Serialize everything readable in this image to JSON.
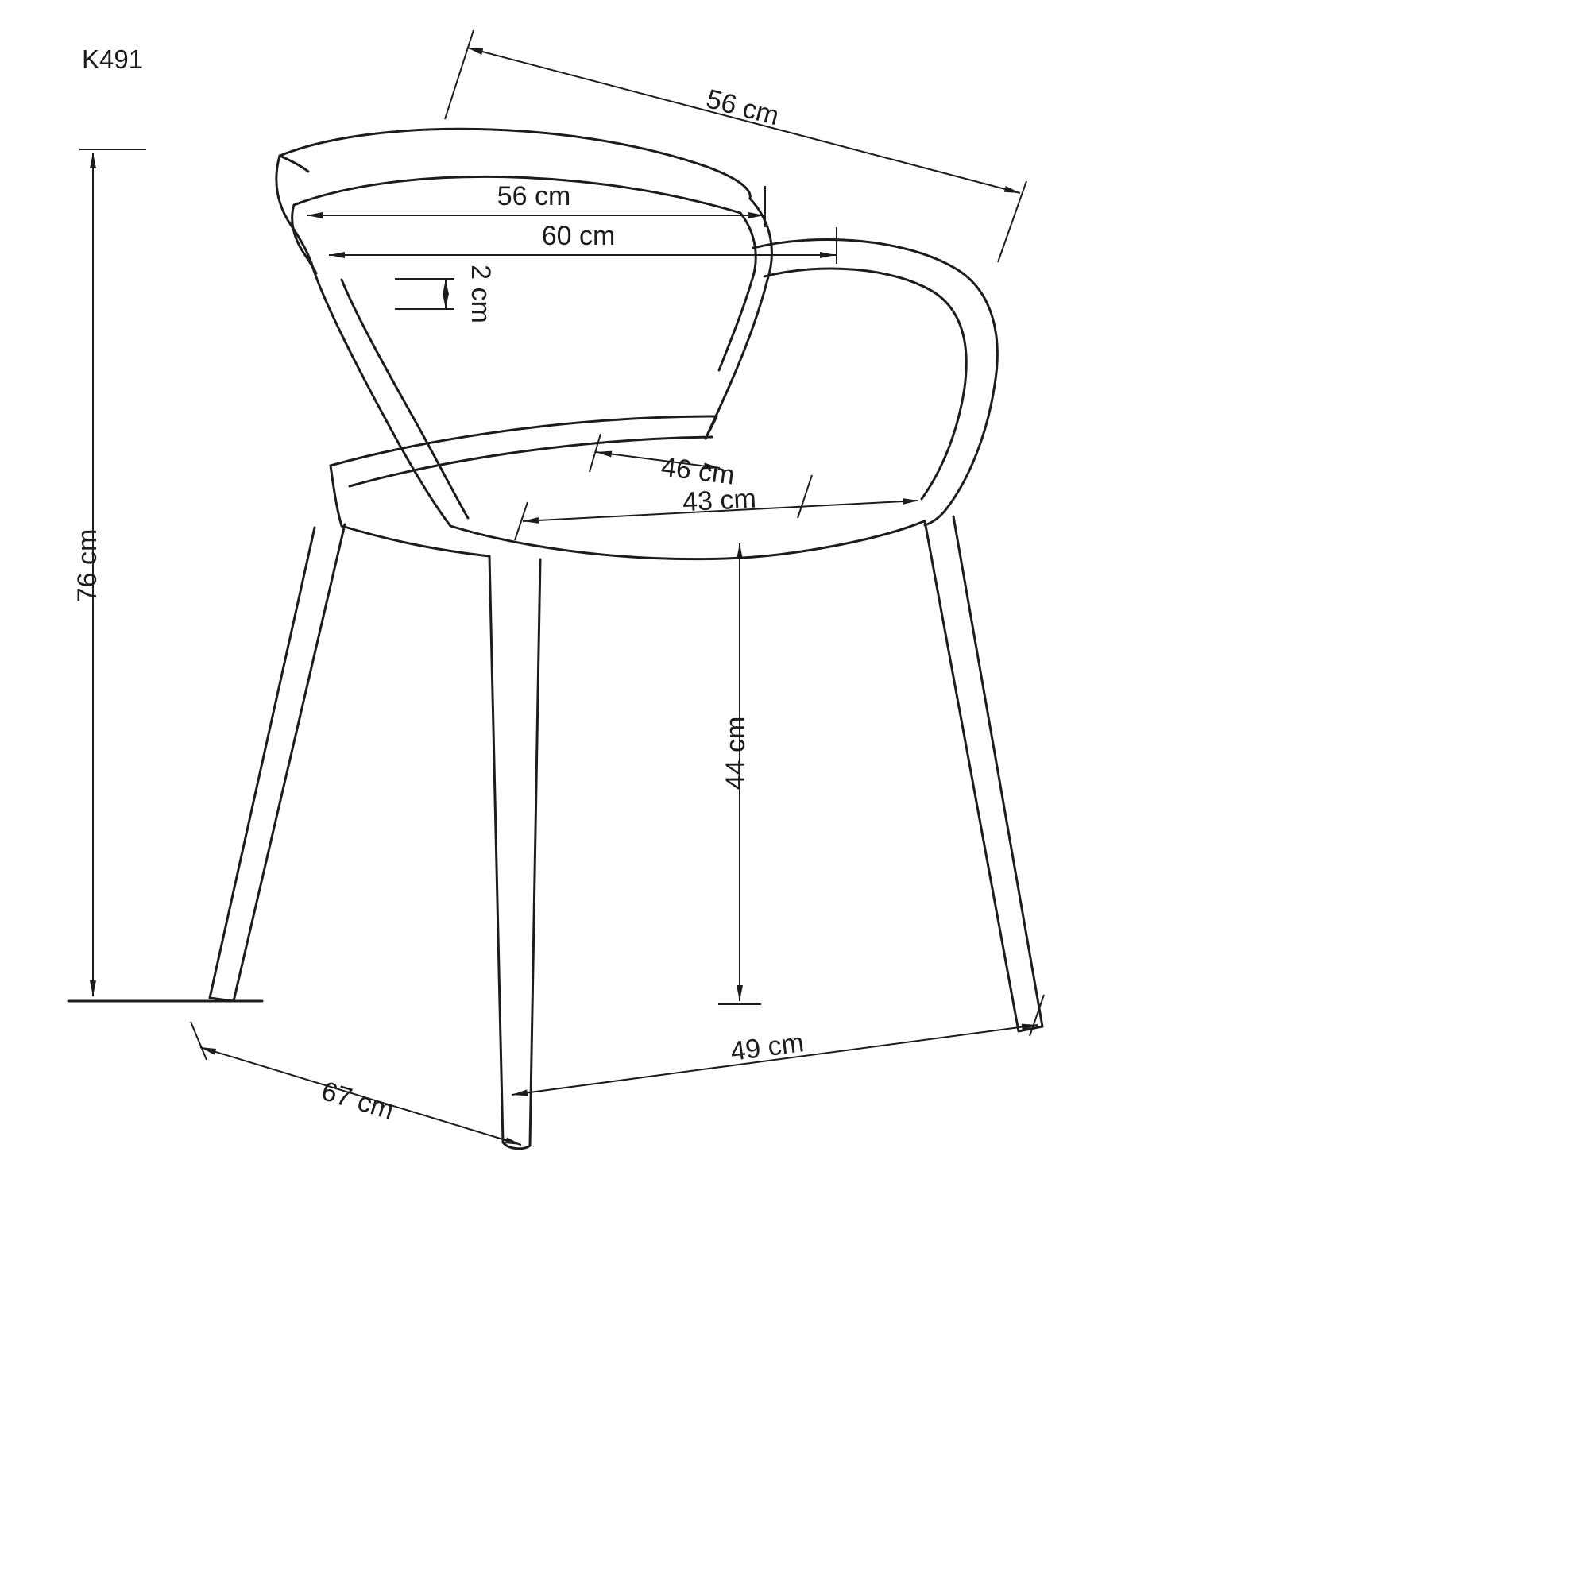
{
  "title": "K491",
  "colors": {
    "line": "#1c1c1c",
    "background": "#ffffff"
  },
  "dims": {
    "back_diagonal_width": "56 cm",
    "backrest_width": "56 cm",
    "overall_width": "60 cm",
    "backrest_thickness": "2 cm",
    "overall_height": "76 cm",
    "seat_depth": "46 cm",
    "seat_width": "43 cm",
    "seat_height": "44 cm",
    "base_width": "49 cm",
    "base_depth": "67 cm"
  },
  "drawing": {
    "subject": "stackable armchair, three-quarter view technical line drawing"
  }
}
